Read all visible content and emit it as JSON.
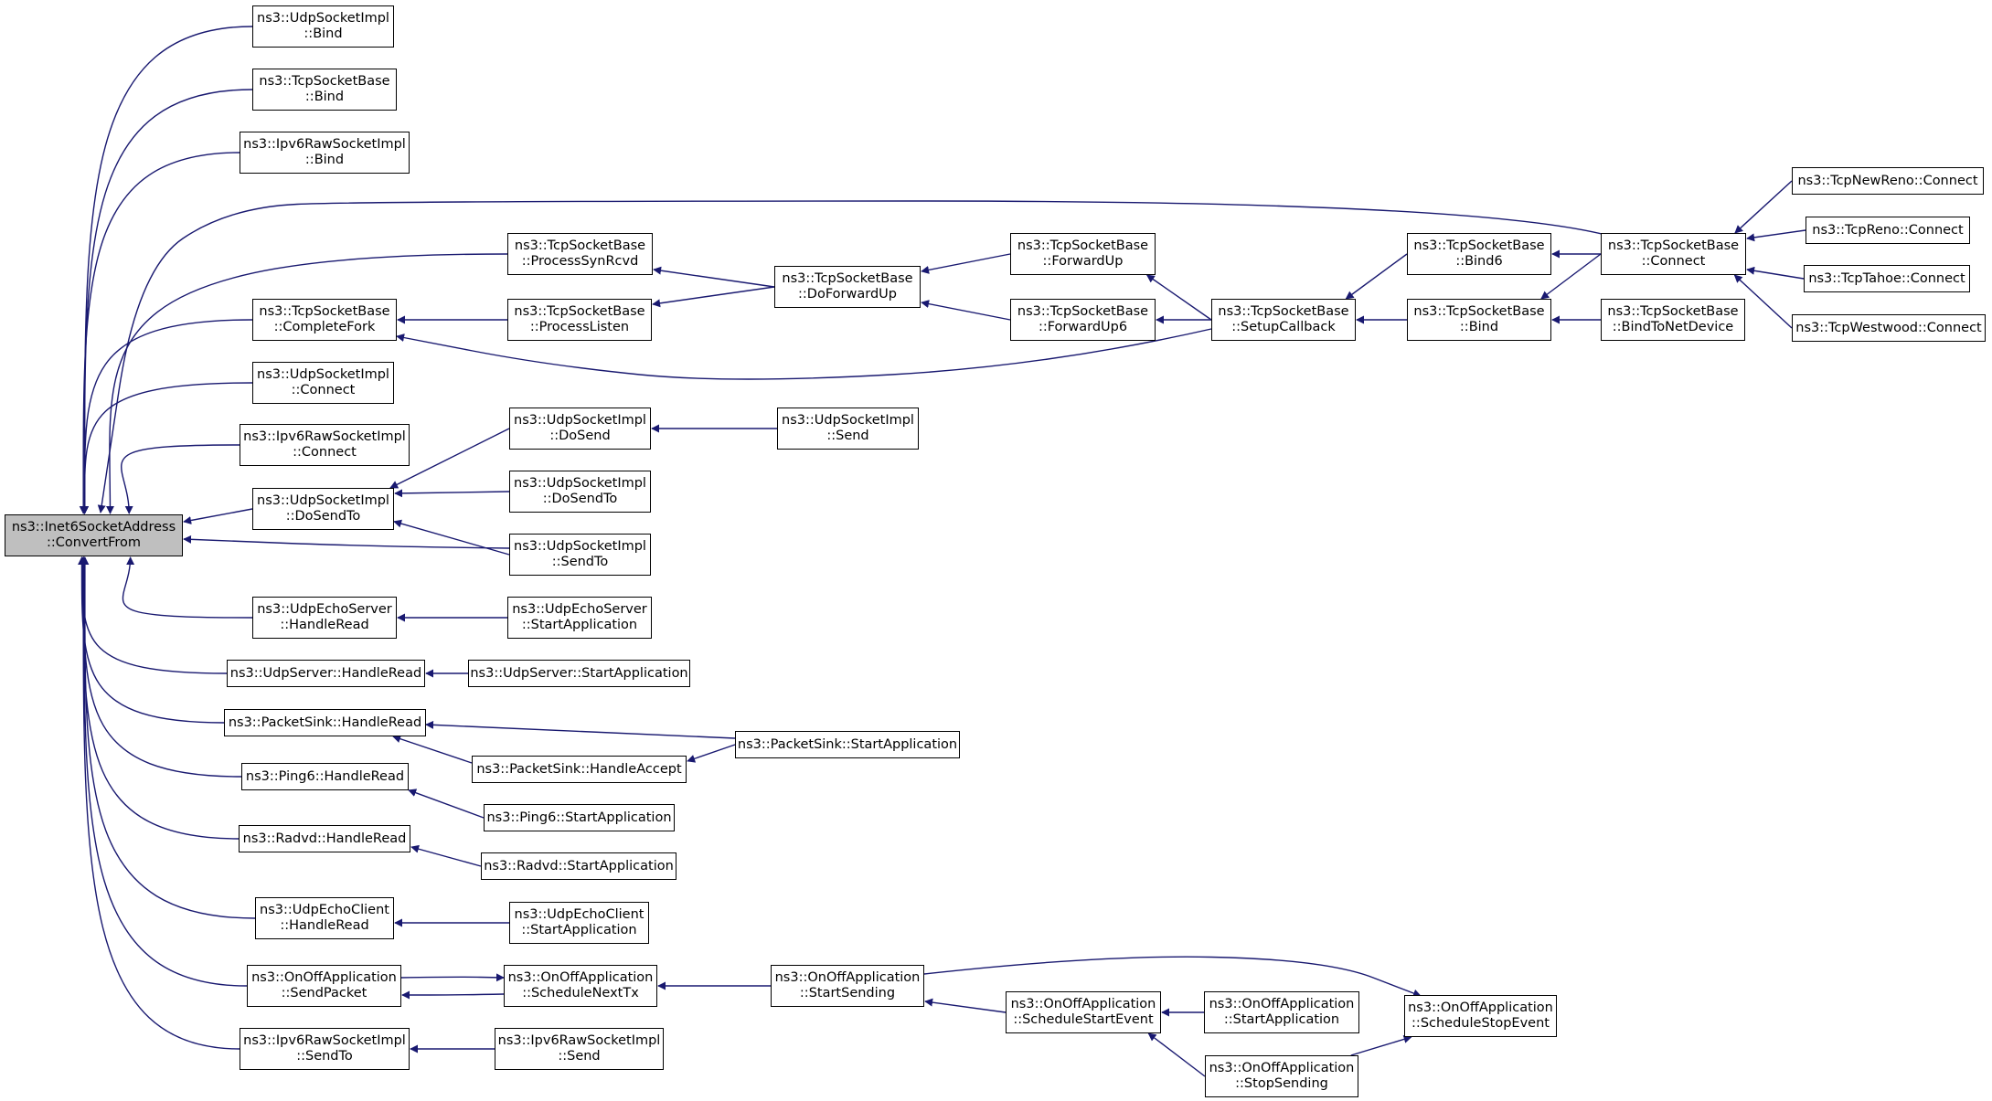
{
  "graph": {
    "edge_color": "#191970",
    "root_fill": "#bfbfbf",
    "nodes": [
      {
        "id": "root",
        "lines": [
          "ns3::Inet6SocketAddress",
          "::ConvertFrom"
        ]
      },
      {
        "id": "udpBind",
        "lines": [
          "ns3::UdpSocketImpl",
          "::Bind"
        ]
      },
      {
        "id": "tcpBind",
        "lines": [
          "ns3::TcpSocketBase",
          "::Bind"
        ]
      },
      {
        "id": "ipv6RawBind",
        "lines": [
          "ns3::Ipv6RawSocketImpl",
          "::Bind"
        ]
      },
      {
        "id": "processSynRcvd",
        "lines": [
          "ns3::TcpSocketBase",
          "::ProcessSynRcvd"
        ]
      },
      {
        "id": "completeFork",
        "lines": [
          "ns3::TcpSocketBase",
          "::CompleteFork"
        ]
      },
      {
        "id": "processListen",
        "lines": [
          "ns3::TcpSocketBase",
          "::ProcessListen"
        ]
      },
      {
        "id": "doForwardUp",
        "lines": [
          "ns3::TcpSocketBase",
          "::DoForwardUp"
        ]
      },
      {
        "id": "forwardUp",
        "lines": [
          "ns3::TcpSocketBase",
          "::ForwardUp"
        ]
      },
      {
        "id": "forwardUp6",
        "lines": [
          "ns3::TcpSocketBase",
          "::ForwardUp6"
        ]
      },
      {
        "id": "setupCallback",
        "lines": [
          "ns3::TcpSocketBase",
          "::SetupCallback"
        ]
      },
      {
        "id": "bind6",
        "lines": [
          "ns3::TcpSocketBase",
          "::Bind6"
        ]
      },
      {
        "id": "tcpBind2",
        "lines": [
          "ns3::TcpSocketBase",
          "::Bind"
        ]
      },
      {
        "id": "tcpConnect",
        "lines": [
          "ns3::TcpSocketBase",
          "::Connect"
        ]
      },
      {
        "id": "bindToNetDevice",
        "lines": [
          "ns3::TcpSocketBase",
          "::BindToNetDevice"
        ]
      },
      {
        "id": "newReno",
        "lines": [
          "ns3::TcpNewReno::Connect"
        ]
      },
      {
        "id": "reno",
        "lines": [
          "ns3::TcpReno::Connect"
        ]
      },
      {
        "id": "tahoe",
        "lines": [
          "ns3::TcpTahoe::Connect"
        ]
      },
      {
        "id": "westwood",
        "lines": [
          "ns3::TcpWestwood::Connect"
        ]
      },
      {
        "id": "udpConnect",
        "lines": [
          "ns3::UdpSocketImpl",
          "::Connect"
        ]
      },
      {
        "id": "ipv6RawConnect",
        "lines": [
          "ns3::Ipv6RawSocketImpl",
          "::Connect"
        ]
      },
      {
        "id": "udpDoSend",
        "lines": [
          "ns3::UdpSocketImpl",
          "::DoSend"
        ]
      },
      {
        "id": "udpSend",
        "lines": [
          "ns3::UdpSocketImpl",
          "::Send"
        ]
      },
      {
        "id": "udpDoSendTo",
        "lines": [
          "ns3::UdpSocketImpl",
          "::DoSendTo"
        ]
      },
      {
        "id": "udpDoSendTo2",
        "lines": [
          "ns3::UdpSocketImpl",
          "::DoSendTo"
        ]
      },
      {
        "id": "udpSendTo",
        "lines": [
          "ns3::UdpSocketImpl",
          "::SendTo"
        ]
      },
      {
        "id": "echoServerHR",
        "lines": [
          "ns3::UdpEchoServer",
          "::HandleRead"
        ]
      },
      {
        "id": "echoServerSA",
        "lines": [
          "ns3::UdpEchoServer",
          "::StartApplication"
        ]
      },
      {
        "id": "udpServerHR",
        "lines": [
          "ns3::UdpServer::HandleRead"
        ]
      },
      {
        "id": "udpServerSA",
        "lines": [
          "ns3::UdpServer::StartApplication"
        ]
      },
      {
        "id": "sinkHR",
        "lines": [
          "ns3::PacketSink::HandleRead"
        ]
      },
      {
        "id": "sinkSA",
        "lines": [
          "ns3::PacketSink::StartApplication"
        ]
      },
      {
        "id": "sinkHA",
        "lines": [
          "ns3::PacketSink::HandleAccept"
        ]
      },
      {
        "id": "ping6HR",
        "lines": [
          "ns3::Ping6::HandleRead"
        ]
      },
      {
        "id": "ping6SA",
        "lines": [
          "ns3::Ping6::StartApplication"
        ]
      },
      {
        "id": "radvdHR",
        "lines": [
          "ns3::Radvd::HandleRead"
        ]
      },
      {
        "id": "radvdSA",
        "lines": [
          "ns3::Radvd::StartApplication"
        ]
      },
      {
        "id": "echoClientHR",
        "lines": [
          "ns3::UdpEchoClient",
          "::HandleRead"
        ]
      },
      {
        "id": "echoClientSA",
        "lines": [
          "ns3::UdpEchoClient",
          "::StartApplication"
        ]
      },
      {
        "id": "onoffSendPacket",
        "lines": [
          "ns3::OnOffApplication",
          "::SendPacket"
        ]
      },
      {
        "id": "onoffScheduleNextTx",
        "lines": [
          "ns3::OnOffApplication",
          "::ScheduleNextTx"
        ]
      },
      {
        "id": "onoffStartSending",
        "lines": [
          "ns3::OnOffApplication",
          "::StartSending"
        ]
      },
      {
        "id": "onoffScheduleStartEvent",
        "lines": [
          "ns3::OnOffApplication",
          "::ScheduleStartEvent"
        ]
      },
      {
        "id": "onoffStartApplication",
        "lines": [
          "ns3::OnOffApplication",
          "::StartApplication"
        ]
      },
      {
        "id": "onoffScheduleStopEvent",
        "lines": [
          "ns3::OnOffApplication",
          "::ScheduleStopEvent"
        ]
      },
      {
        "id": "onoffStopSending",
        "lines": [
          "ns3::OnOffApplication",
          "::StopSending"
        ]
      },
      {
        "id": "ipv6RawSendTo",
        "lines": [
          "ns3::Ipv6RawSocketImpl",
          "::SendTo"
        ]
      },
      {
        "id": "ipv6RawSend",
        "lines": [
          "ns3::Ipv6RawSocketImpl",
          "::Send"
        ]
      }
    ],
    "edges": [
      [
        "udpBind",
        "root"
      ],
      [
        "tcpBind",
        "root"
      ],
      [
        "ipv6RawBind",
        "root"
      ],
      [
        "processSynRcvd",
        "root"
      ],
      [
        "completeFork",
        "root"
      ],
      [
        "udpConnect",
        "root"
      ],
      [
        "ipv6RawConnect",
        "root"
      ],
      [
        "udpDoSendTo",
        "root"
      ],
      [
        "udpSendTo",
        "root"
      ],
      [
        "echoServerHR",
        "root"
      ],
      [
        "udpServerHR",
        "root"
      ],
      [
        "sinkHR",
        "root"
      ],
      [
        "ping6HR",
        "root"
      ],
      [
        "radvdHR",
        "root"
      ],
      [
        "echoClientHR",
        "root"
      ],
      [
        "onoffSendPacket",
        "root"
      ],
      [
        "ipv6RawSendTo",
        "root"
      ],
      [
        "tcpConnect",
        "root"
      ],
      [
        "doForwardUp",
        "processSynRcvd"
      ],
      [
        "processListen",
        "completeFork"
      ],
      [
        "setupCallback",
        "completeFork"
      ],
      [
        "doForwardUp",
        "processListen"
      ],
      [
        "forwardUp",
        "doForwardUp"
      ],
      [
        "forwardUp6",
        "doForwardUp"
      ],
      [
        "setupCallback",
        "forwardUp"
      ],
      [
        "setupCallback",
        "forwardUp6"
      ],
      [
        "bind6",
        "setupCallback"
      ],
      [
        "tcpBind2",
        "setupCallback"
      ],
      [
        "tcpConnect",
        "bind6"
      ],
      [
        "tcpConnect",
        "tcpBind2"
      ],
      [
        "bindToNetDevice",
        "tcpBind2"
      ],
      [
        "newReno",
        "tcpConnect"
      ],
      [
        "reno",
        "tcpConnect"
      ],
      [
        "tahoe",
        "tcpConnect"
      ],
      [
        "westwood",
        "tcpConnect"
      ],
      [
        "udpDoSend",
        "udpDoSendTo"
      ],
      [
        "udpDoSendTo2",
        "udpDoSendTo"
      ],
      [
        "udpSendTo",
        "udpDoSendTo"
      ],
      [
        "udpSend",
        "udpDoSend"
      ],
      [
        "echoServerSA",
        "echoServerHR"
      ],
      [
        "udpServerSA",
        "udpServerHR"
      ],
      [
        "sinkSA",
        "sinkHR"
      ],
      [
        "sinkHA",
        "sinkHR"
      ],
      [
        "sinkSA",
        "sinkHA"
      ],
      [
        "ping6SA",
        "ping6HR"
      ],
      [
        "radvdSA",
        "radvdHR"
      ],
      [
        "echoClientSA",
        "echoClientHR"
      ],
      [
        "onoffScheduleNextTx",
        "onoffSendPacket"
      ],
      [
        "onoffSendPacket",
        "onoffScheduleNextTx"
      ],
      [
        "onoffStartSending",
        "onoffScheduleNextTx"
      ],
      [
        "onoffScheduleStartEvent",
        "onoffStartSending"
      ],
      [
        "onoffStartSending",
        "onoffScheduleStopEvent"
      ],
      [
        "onoffStartApplication",
        "onoffScheduleStartEvent"
      ],
      [
        "onoffStopSending",
        "onoffScheduleStartEvent"
      ],
      [
        "onoffStopSending",
        "onoffScheduleStopEvent"
      ],
      [
        "ipv6RawSend",
        "ipv6RawSendTo"
      ]
    ]
  }
}
